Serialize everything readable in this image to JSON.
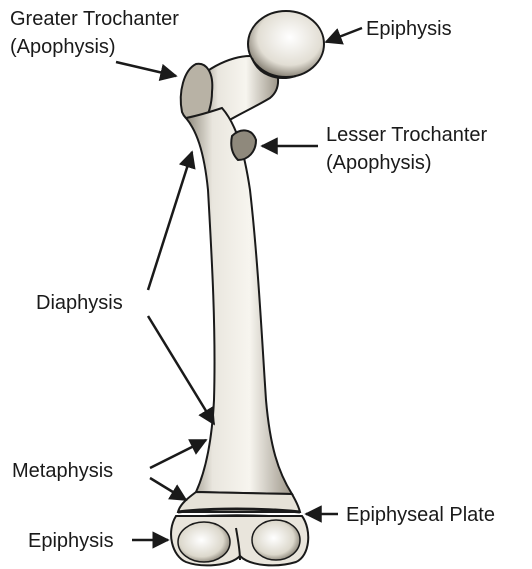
{
  "labels": {
    "greater_trochanter": "Greater Trochanter",
    "greater_trochanter_sub": "(Apophysis)",
    "epiphysis_top": "Epiphysis",
    "lesser_trochanter": "Lesser Trochanter",
    "lesser_trochanter_sub": "(Apophysis)",
    "diaphysis": "Diaphysis",
    "metaphysis": "Metaphysis",
    "epiphyseal_plate": "Epiphyseal Plate",
    "epiphysis_bottom": "Epiphysis"
  },
  "colors": {
    "text": "#1a1a1a",
    "bone_fill": "#f2f0ea",
    "bone_shade": "#b9b3a6",
    "outline": "#1a1a1a"
  }
}
